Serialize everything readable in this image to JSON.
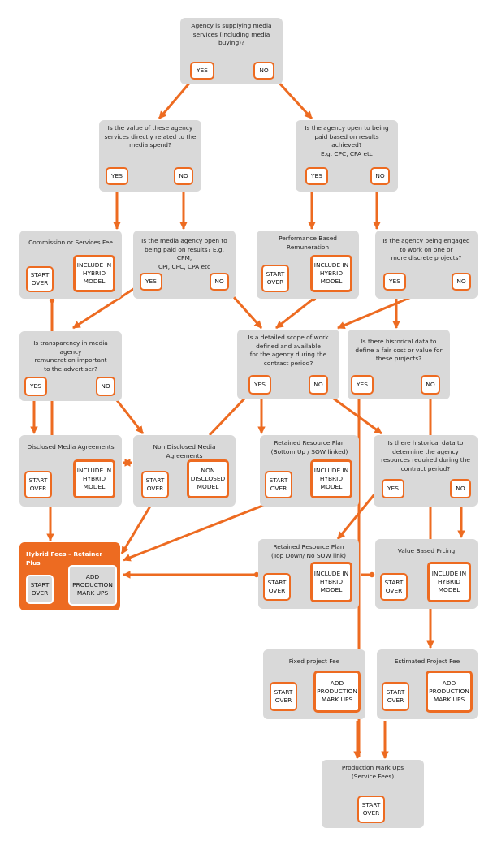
{
  "colors": {
    "accent": "#ed6b21",
    "box": "#d9d9d9",
    "box_text": "#222222"
  },
  "nodes": {
    "n1": {
      "title": "Agency is supplying media\nservices (including media buying)?",
      "buttons": [
        "YES",
        "NO"
      ]
    },
    "n2": {
      "title": "Is the value of these agency\nservices directly related to the\nmedia spend?",
      "buttons": [
        "YES",
        "NO"
      ]
    },
    "n3": {
      "title": "Is the agency open to being\npaid based on results achieved?\nE.g. CPC, CPA etc",
      "buttons": [
        "YES",
        "NO"
      ]
    },
    "n4": {
      "title": "Commission or Services Fee",
      "buttons": [
        "START\nOVER",
        "INCLUDE IN\nHYBRID\nMODEL"
      ]
    },
    "n5": {
      "title": "Is the media agency open to\nbeing paid on results? E.g. CPM,\nCPI, CPC, CPA etc",
      "buttons": [
        "YES",
        "NO"
      ]
    },
    "n6": {
      "title": "Performance Based\nRemuneration",
      "buttons": [
        "START\nOVER",
        "INCLUDE IN\nHYBRID\nMODEL"
      ]
    },
    "n7": {
      "title": "Is the agency being engaged\nto work on one or\nmore discrete projects?",
      "buttons": [
        "YES",
        "NO"
      ]
    },
    "n8": {
      "title": "Is transparency in media agency\nremuneration important\nto the advertiser?",
      "buttons": [
        "YES",
        "NO"
      ]
    },
    "n9": {
      "title": "Is a detailed scope of work\ndefined and available\nfor the agency during the\ncontract period?",
      "buttons": [
        "YES",
        "NO"
      ]
    },
    "n10": {
      "title": "Is there historical data to\ndefine a fair cost or value for\nthese projects?",
      "buttons": [
        "YES",
        "NO"
      ]
    },
    "n11": {
      "title": "Disclosed Media Agreements",
      "buttons": [
        "START\nOVER",
        "INCLUDE IN\nHYBRID\nMODEL"
      ]
    },
    "n12": {
      "title": "Non Disclosed Media Agreements",
      "buttons": [
        "START\nOVER",
        "NON\nDISCLOSED\nMODEL"
      ]
    },
    "n13": {
      "title": "Retained Resource Plan\n(Bottom Up / SOW linked)",
      "buttons": [
        "START\nOVER",
        "INCLUDE IN\nHYBRID\nMODEL"
      ]
    },
    "n14": {
      "title": "Is there historical data to\ndetermine the agency\nresources required during the\ncontract period?",
      "buttons": [
        "YES",
        "NO"
      ]
    },
    "n15": {
      "title": "Hybrid Fees – Retainer Plus",
      "buttons": [
        "START\nOVER",
        "ADD\nPRODUCTION\nMARK UPS"
      ]
    },
    "n16": {
      "title": "Retained Resource Plan\n(Top Down/ No SOW link)",
      "buttons": [
        "START\nOVER",
        "INCLUDE IN\nHYBRID\nMODEL"
      ]
    },
    "n17": {
      "title": "Value Based Prcing",
      "buttons": [
        "START\nOVER",
        "INCLUDE IN\nHYBRID\nMODEL"
      ]
    },
    "n18": {
      "title": "Fixed project Fee",
      "buttons": [
        "START\nOVER",
        "ADD\nPRODUCTION\nMARK UPS"
      ]
    },
    "n19": {
      "title": "Estimated Project Fee",
      "buttons": [
        "START\nOVER",
        "ADD\nPRODUCTION\nMARK UPS"
      ]
    },
    "n20": {
      "title": "Production Mark Ups\n(Service Fees)",
      "buttons": [
        "START\nOVER"
      ]
    }
  }
}
